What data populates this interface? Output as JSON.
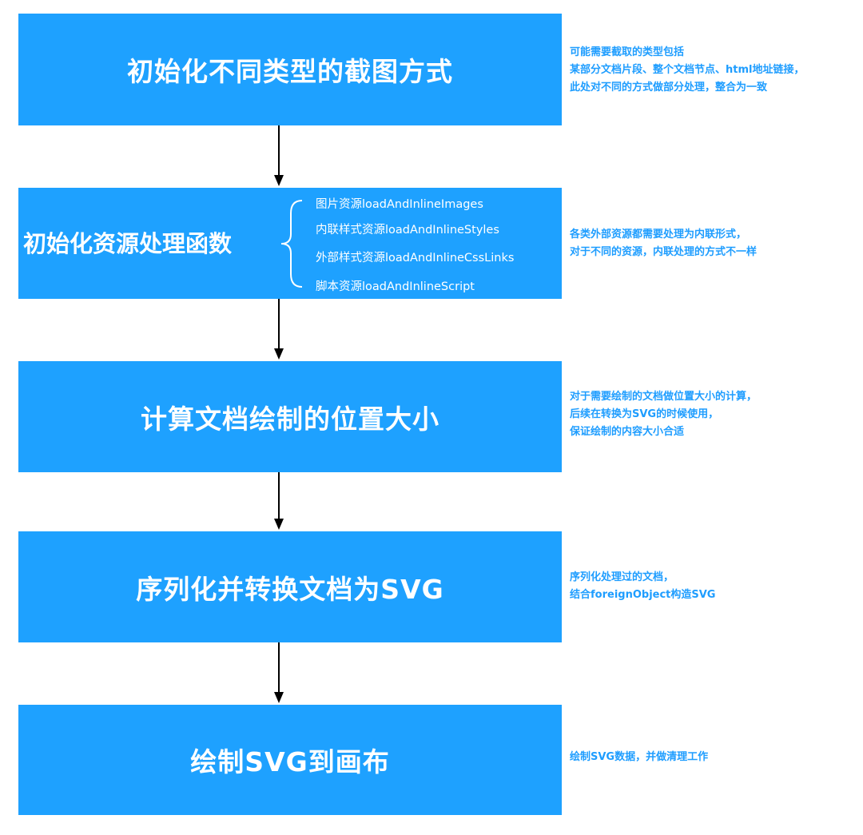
{
  "steps": [
    {
      "title": "初始化不同类型的截图方式",
      "note": [
        "可能需要截取的类型包括",
        "某部分文档片段、整个文档节点、html地址链接，",
        "此处对不同的方式做部分处理，整合为一致"
      ]
    },
    {
      "title": "初始化资源处理函数",
      "items": [
        "图片资源loadAndInlineImages",
        "内联样式资源loadAndInlineStyles",
        "外部样式资源loadAndInlineCssLinks",
        "脚本资源loadAndInlineScript"
      ],
      "note": [
        "各类外部资源都需要处理为内联形式，",
        "对于不同的资源，内联处理的方式不一样"
      ]
    },
    {
      "title": "计算文档绘制的位置大小",
      "note": [
        "对于需要绘制的文档做位置大小的计算，",
        "后续在转换为SVG的时候使用，",
        "保证绘制的内容大小合适"
      ]
    },
    {
      "title": "序列化并转换文档为SVG",
      "note": [
        "序列化处理过的文档，",
        "结合foreignObject构造SVG"
      ]
    },
    {
      "title": "绘制SVG到画布",
      "note": [
        "绘制SVG数据，并做清理工作"
      ]
    }
  ],
  "colors": {
    "box": "#1ea1ff",
    "note": "#1e9dff",
    "arrow": "#000000"
  }
}
